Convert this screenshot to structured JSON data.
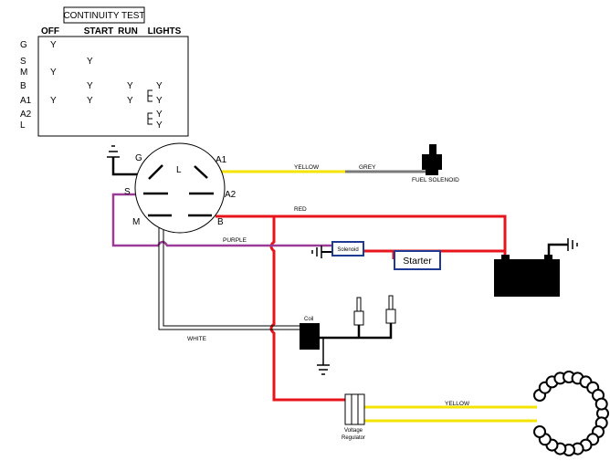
{
  "table": {
    "title": "CONTINUITY TEST",
    "columns": [
      "OFF",
      "START",
      "RUN",
      "LIGHTS"
    ],
    "rows": [
      {
        "label": "G",
        "off": "Y",
        "start": "",
        "run": "",
        "lights": ""
      },
      {
        "label": "S",
        "off": "",
        "start": "Y",
        "run": "",
        "lights": ""
      },
      {
        "label": "M",
        "off": "Y",
        "start": "",
        "run": "",
        "lights": ""
      },
      {
        "label": "B",
        "off": "",
        "start": "Y",
        "run": "Y",
        "lights": "Y"
      },
      {
        "label": "A1",
        "off": "Y",
        "start": "Y",
        "run": "Y",
        "lights": "Y"
      },
      {
        "label": "A2",
        "off": "",
        "start": "",
        "run": "",
        "lights": "Y"
      },
      {
        "label": "L",
        "off": "",
        "start": "",
        "run": "",
        "lights": "Y"
      }
    ]
  },
  "switch": {
    "terminals": {
      "G": "G",
      "L": "L",
      "A1": "A1",
      "S": "S",
      "A2": "A2",
      "M": "M",
      "B": "B"
    }
  },
  "wires": {
    "yellow_top": "YELLOW",
    "grey": "GREY",
    "red": "RED",
    "purple": "PURPLE",
    "white": "WHITE",
    "yellow_bottom": "YELLOW"
  },
  "components": {
    "fuel_solenoid": "FUEL SOLENOID",
    "solenoid": "Solenoid",
    "starter": "Starter",
    "coil": "Coil",
    "voltage_regulator_line1": "Voltage",
    "voltage_regulator_line2": "Regulator"
  },
  "colors": {
    "red": "#e8141b",
    "yellow": "#f5e400",
    "purple": "#9b3a97",
    "grey": "#7a7a7a",
    "blue": "#1f3a93",
    "black": "#000000"
  }
}
